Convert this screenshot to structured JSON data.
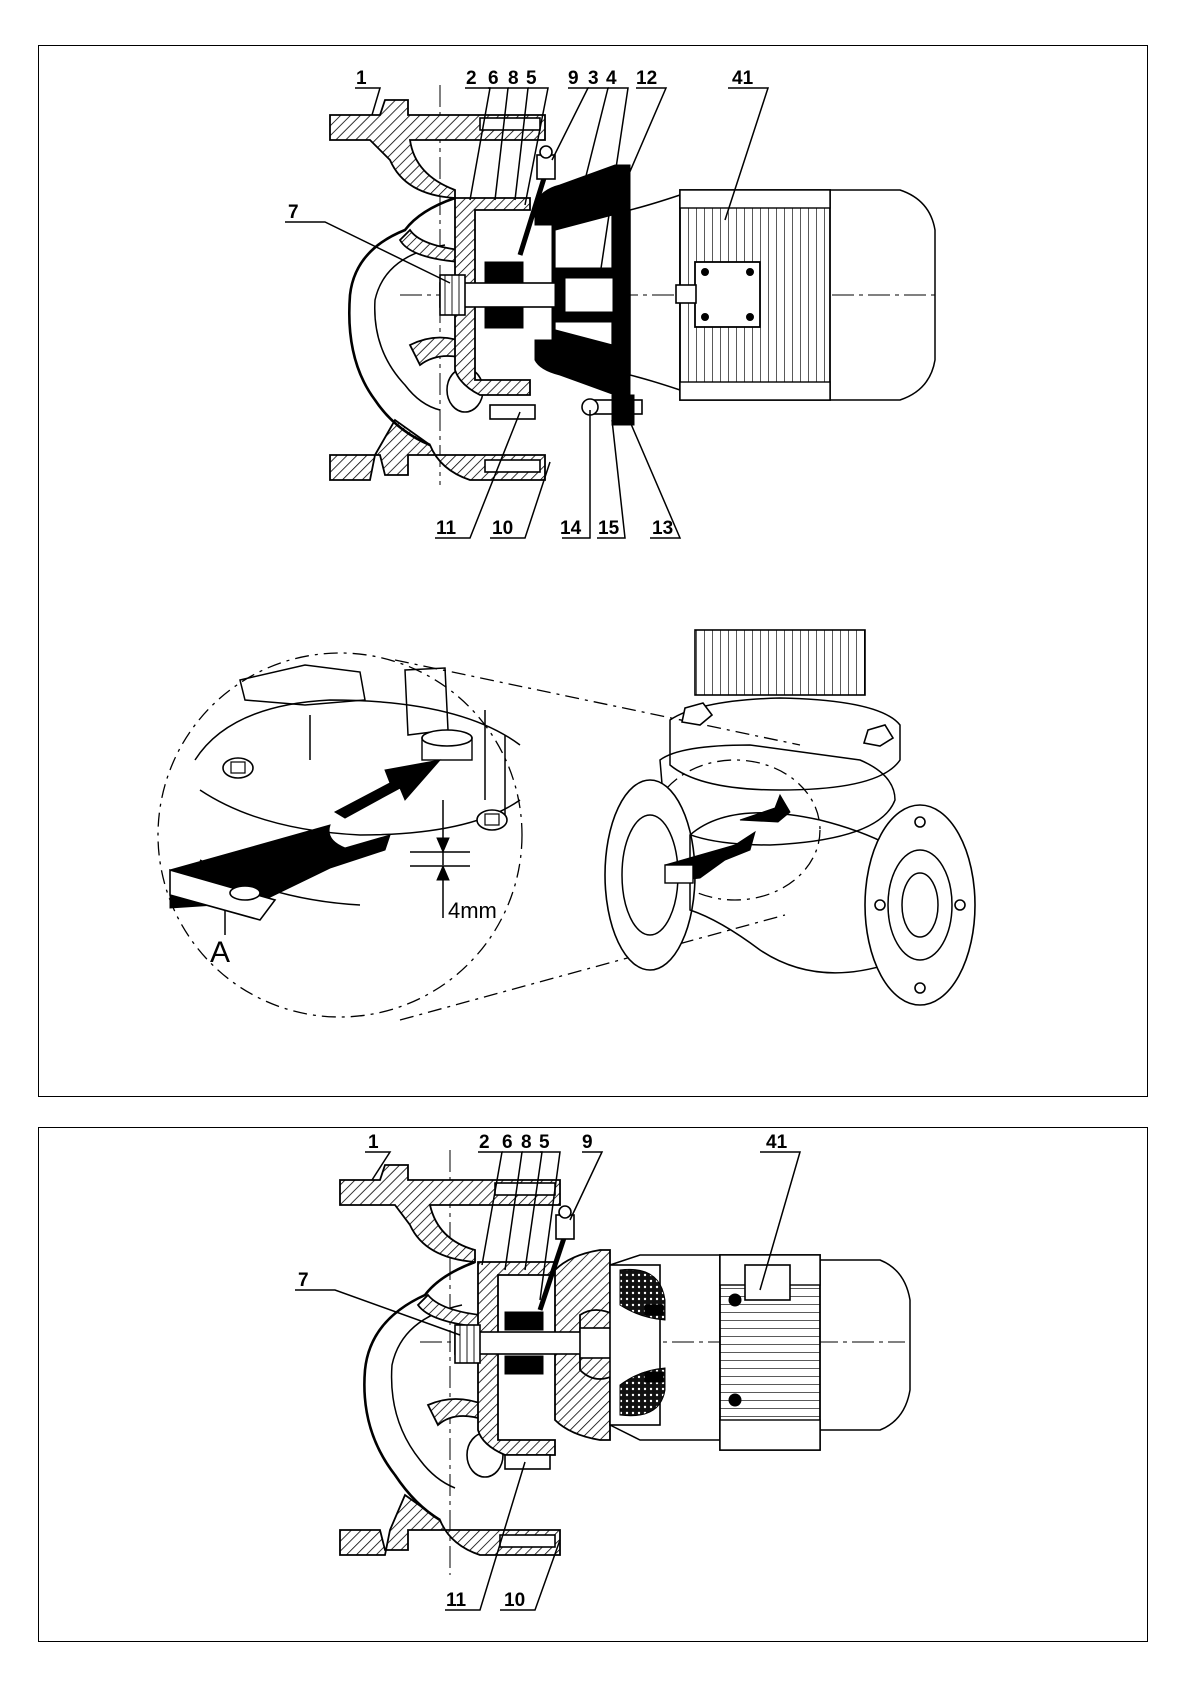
{
  "top_diagram": {
    "callouts": [
      "1",
      "2",
      "6",
      "8",
      "5",
      "9",
      "3",
      "4",
      "12",
      "41",
      "7",
      "11",
      "10",
      "14",
      "15",
      "13"
    ],
    "dimension": "4mm",
    "detail_label": "A"
  },
  "bottom_diagram": {
    "callouts": [
      "1",
      "2",
      "6",
      "8",
      "5",
      "9",
      "41",
      "7",
      "11",
      "10"
    ]
  }
}
